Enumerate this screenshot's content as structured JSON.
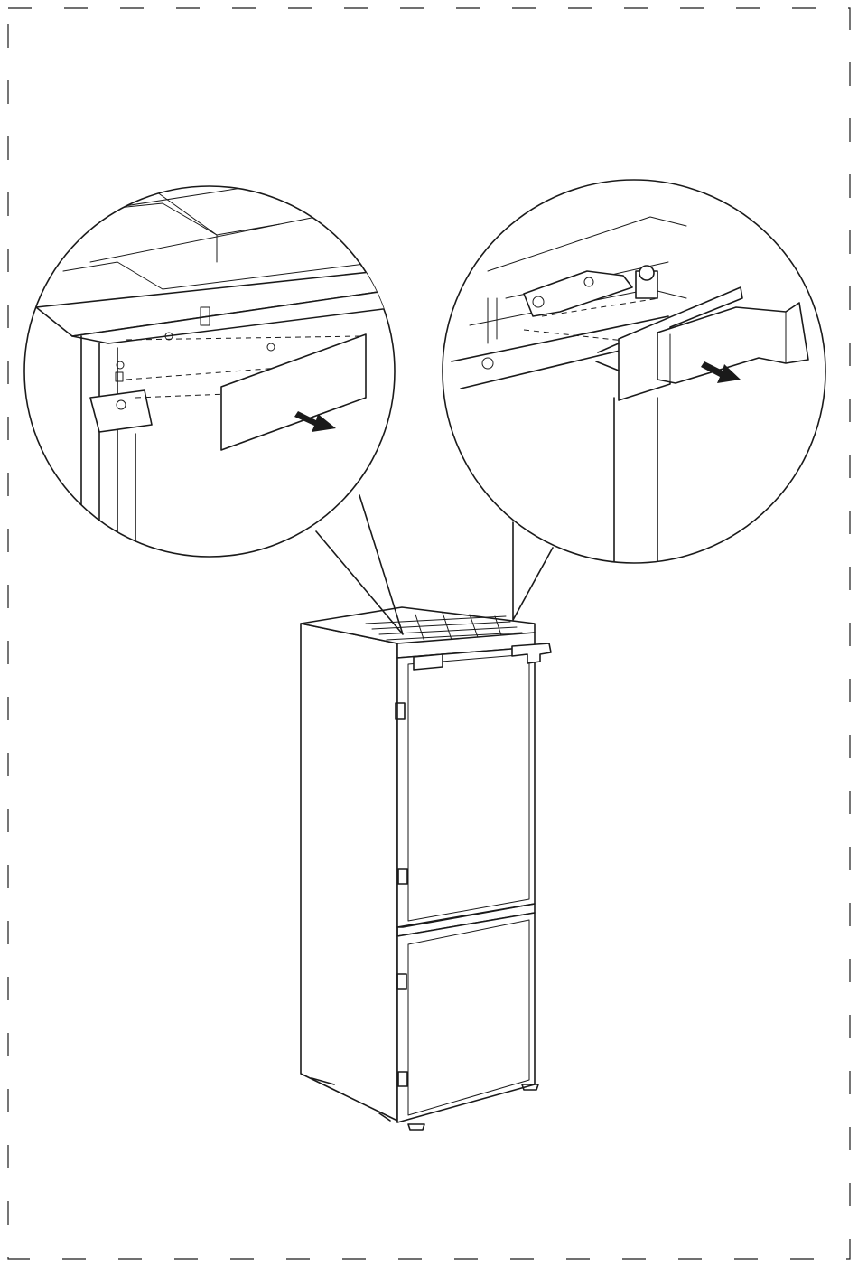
{
  "figure": {
    "type": "installation-illustration",
    "panels": [
      {
        "id": "left-detail",
        "subject": "cover-cap",
        "action": "remove"
      },
      {
        "id": "right-detail",
        "subject": "hinge-cover",
        "action": "remove"
      }
    ],
    "main_subject": "built-in-fridge-freezer",
    "frame_style": "dashed",
    "icons": [
      "arrow-remove-icon",
      "arrow-remove-icon"
    ],
    "colors": {
      "line": "#1a1a1a",
      "background": "#ffffff"
    }
  }
}
